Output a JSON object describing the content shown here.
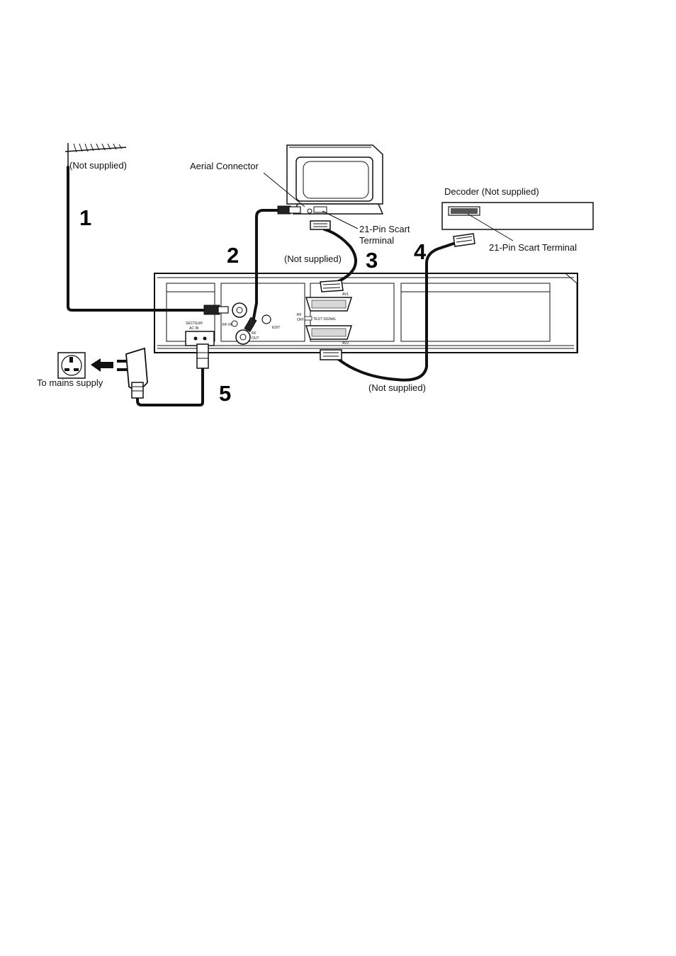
{
  "labels": {
    "aerial_not_supplied": "(Not supplied)",
    "aerial_connector": "Aerial Connector",
    "tv_scart_line1": "21-Pin Scart",
    "tv_scart_line2": "Terminal",
    "scart_cable_tv_not_supplied": "(Not supplied)",
    "decoder": "Decoder (Not supplied)",
    "decoder_scart": "21-Pin Scart Terminal",
    "mains": "To mains supply",
    "scart_cable_decoder_not_supplied": "(Not supplied)"
  },
  "steps": [
    "1",
    "2",
    "3",
    "4",
    "5"
  ],
  "vcr_panel": {
    "ac_in_line1": "SECTEUR",
    "ac_in_line2": "AC IN",
    "rf_in": "RF IN",
    "rf_out_line1": "RF",
    "rf_out_line2": "OUT",
    "edit": "EDIT",
    "rf_off_line1": "RF",
    "rf_off_line2": "OFF",
    "test_signal": "TEST SIGNAL",
    "av1": "AV1",
    "av2": "AV2"
  }
}
